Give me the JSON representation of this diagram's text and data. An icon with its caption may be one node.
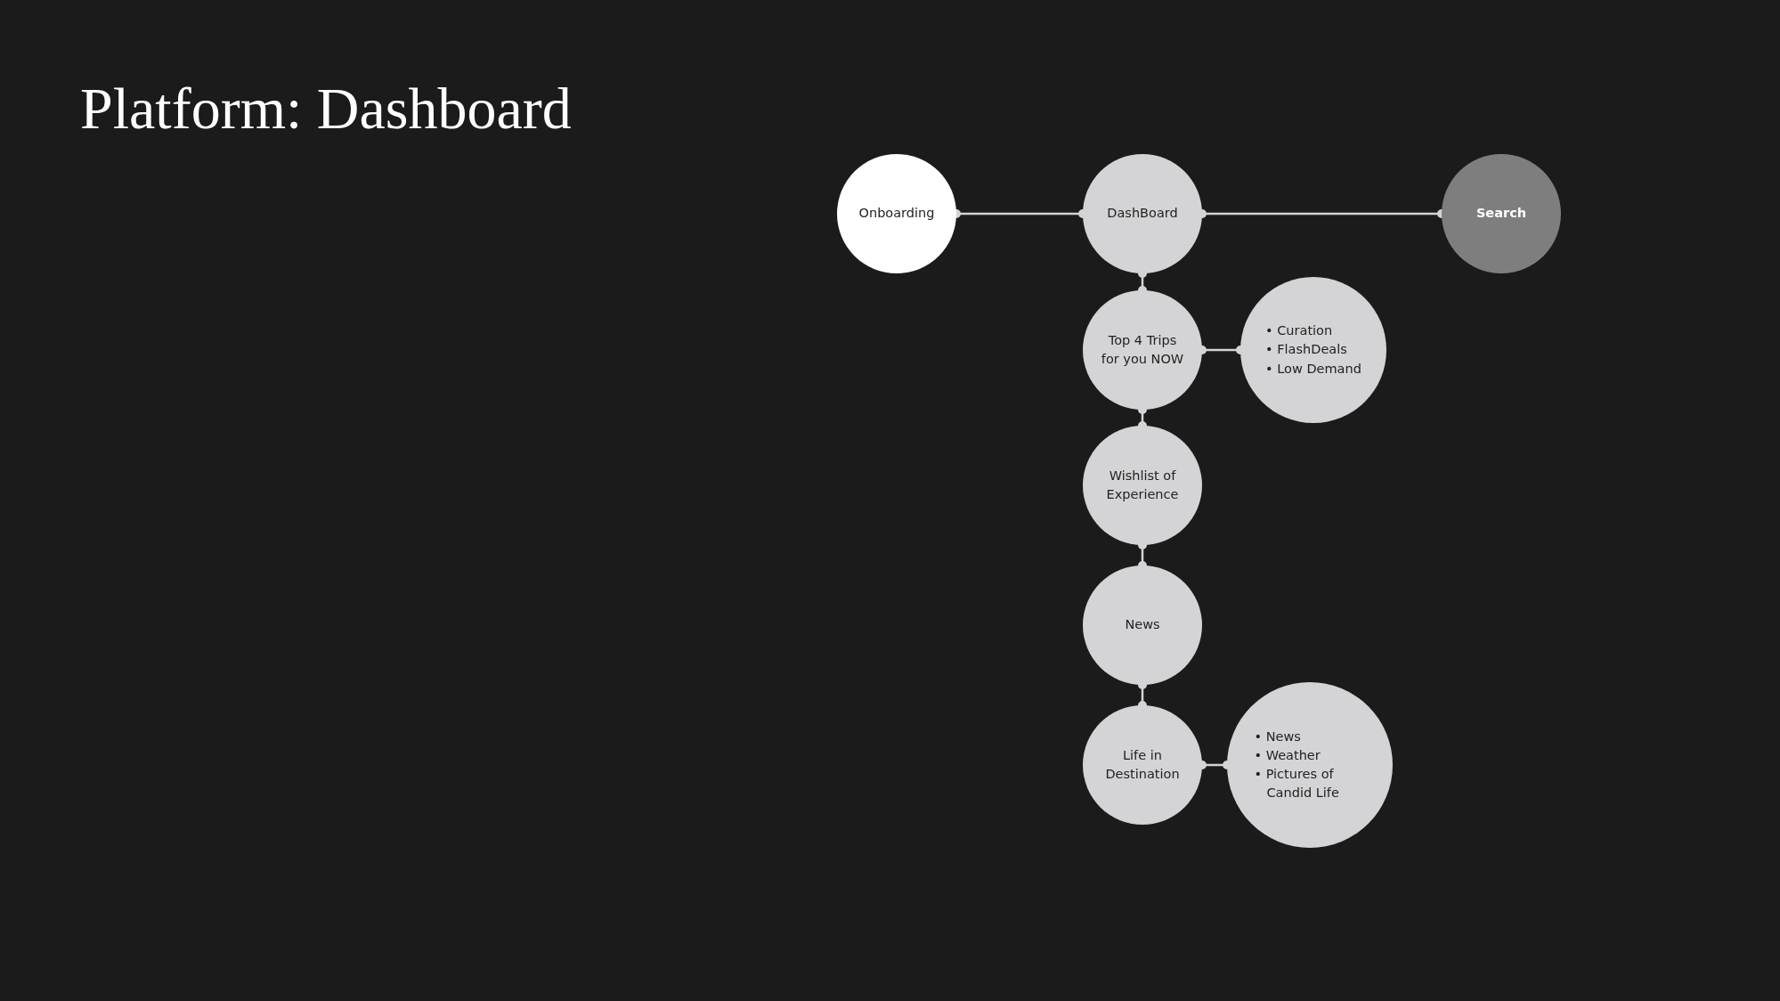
{
  "diagram": {
    "title": "Platform: Dashboard",
    "nodes": [
      {
        "text": [
          "Onboarding"
        ]
      },
      {
        "text": [
          "DashBoard"
        ]
      },
      {
        "text": [
          "Search"
        ]
      },
      {
        "text": [
          "Top 4 Trips for you NOW"
        ]
      },
      {
        "text": [
          "• Curation",
          "• FlashDeals",
          "• Low Demand"
        ]
      },
      {
        "text": [
          "Wishlist of Experience"
        ]
      },
      {
        "text": [
          "News"
        ]
      },
      {
        "text": [
          "Life in Destination"
        ]
      },
      {
        "text": [
          "• News",
          "• Weather",
          "• Pictures of Candid Life"
        ]
      }
    ],
    "edges": [
      {
        "from": 0,
        "to": 1,
        "arrow": "other"
      },
      {
        "from": 1,
        "to": 2,
        "arrow": "other"
      },
      {
        "from": 1,
        "to": 3,
        "arrow": "other"
      },
      {
        "from": 3,
        "to": 4,
        "arrow": "other"
      },
      {
        "from": 3,
        "to": 5,
        "arrow": "other"
      },
      {
        "from": 5,
        "to": 6,
        "arrow": "other"
      },
      {
        "from": 6,
        "to": 7,
        "arrow": "other"
      },
      {
        "from": 7,
        "to": 8,
        "arrow": "other"
      }
    ]
  }
}
